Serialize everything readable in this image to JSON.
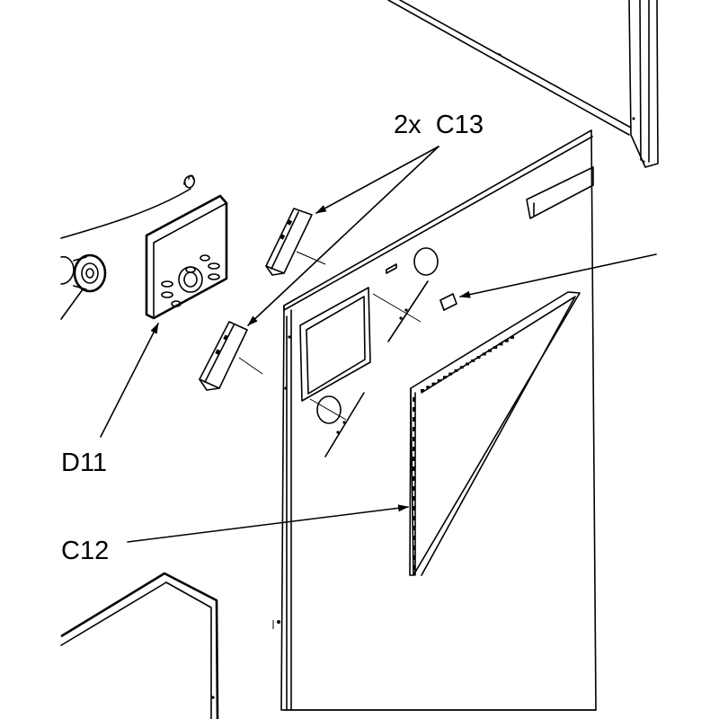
{
  "labels": {
    "c13": "2x  C13",
    "d11": "D11",
    "c12": "C12"
  }
}
